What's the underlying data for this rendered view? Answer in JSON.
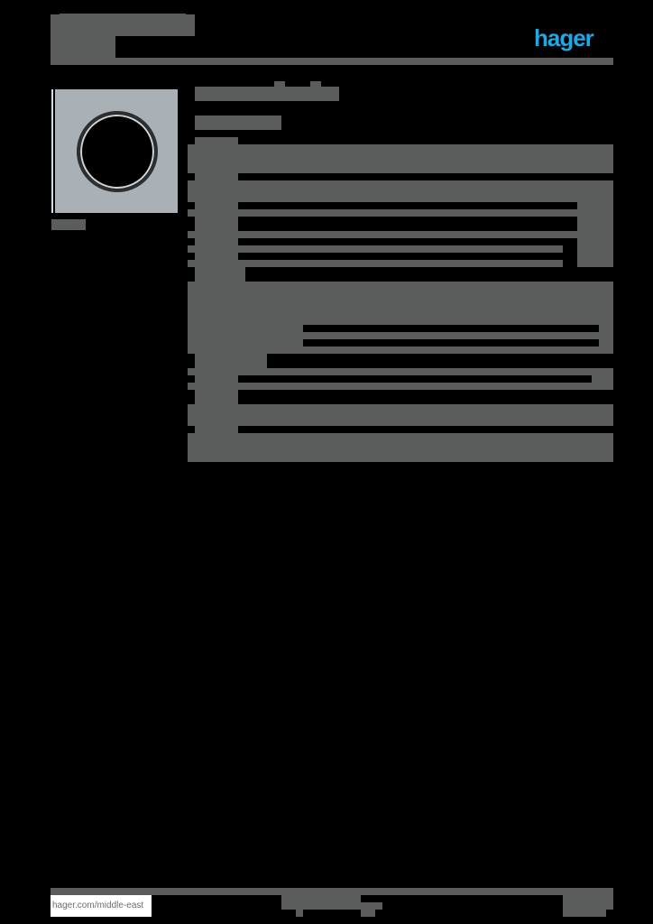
{
  "header": {
    "title_redacted": true,
    "subtitle_redacted": true,
    "logo_text": "hager",
    "brand_color": "#1ea8e6"
  },
  "product": {
    "image_alt": "square cover frame, 1-gang, with round opening",
    "image_caption_redacted": true
  },
  "content": {
    "product_title_redacted": true,
    "product_subtitle_redacted": true,
    "spec_table_redacted": true,
    "redaction_color": "#5b5d5c"
  },
  "footer": {
    "url": "hager.com/middle-east",
    "center_text_redacted": true,
    "page_number_redacted": true
  }
}
